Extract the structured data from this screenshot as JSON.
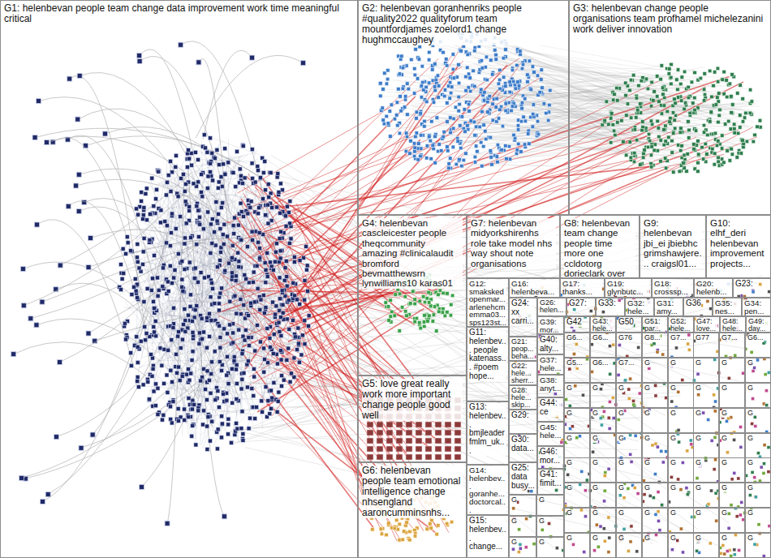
{
  "diagram": {
    "nodes": [
      {
        "text": [
          "G1: helenbevan people team change data improvement work time meaningful critical"
        ]
      },
      {
        "text": [
          "G2: helenbevan goranhenriks people #quality2022 qualityforum team mountfordjames zoelord1 change hughmccaughey"
        ]
      },
      {
        "text": [
          "G3: helenbevan change people organisations team profhamel michelezanini work deliver innovation"
        ]
      },
      {
        "text": [
          "G4: helenbevan cascleicester people theqcommunity amazing #clinicalaudit bromford bevmatthewsrn lynwilliams10 karas01"
        ]
      },
      {
        "text": [
          "G7: helenbevan midyorkshirenhs role take model nhs way shout note organisations"
        ]
      },
      {
        "text": [
          "G8: helenbevan team change people time more one ccldotorg dorieclark over"
        ]
      },
      {
        "text": [
          "G9: helenbevan jbi_ei jbiebhc grimshawjere... craigsl01..."
        ]
      },
      {
        "text": [
          "G10: elhf_deri helenbevan improvement projects..."
        ]
      },
      {
        "text": [
          "G12: smaksked openmar... arlenehcm emma03... sps123st..."
        ]
      },
      {
        "text": [
          "G16: helenbeva..."
        ]
      },
      {
        "text": [
          "G17: thanks..."
        ]
      },
      {
        "text": [
          "G19: glynbutc..."
        ]
      },
      {
        "text": [
          "G18: crosssp..."
        ]
      },
      {
        "text": [
          "G20: helenb..."
        ]
      },
      {
        "text": [
          "G23:"
        ]
      },
      {
        "text": [
          "G24: xx carri..."
        ]
      },
      {
        "text": [
          "G26: helen..."
        ]
      },
      {
        "text": [
          "G27:"
        ]
      },
      {
        "text": [
          "G33:"
        ]
      },
      {
        "text": [
          "G32: hele..."
        ]
      },
      {
        "text": [
          "G31: amy..."
        ]
      },
      {
        "text": [
          "G36"
        ]
      },
      {
        "text": [
          "G35: nes..."
        ]
      },
      {
        "text": [
          "G34: pen..."
        ]
      },
      {
        "text": [
          "G39: mor..."
        ]
      },
      {
        "text": [
          "G42"
        ]
      },
      {
        "text": [
          "G43: hele..."
        ]
      },
      {
        "text": [
          "G50"
        ]
      },
      {
        "text": [
          "G51: par..."
        ]
      },
      {
        "text": [
          "G52: hele..."
        ]
      },
      {
        "text": [
          "G47: love..."
        ]
      },
      {
        "text": [
          "G48: hele..."
        ]
      },
      {
        "text": [
          "G49: day..."
        ]
      },
      {
        "text": [
          "G11: helenbev... people katenass... #poem hope..."
        ]
      },
      {
        "text": [
          "G21: peop... beha..."
        ]
      },
      {
        "text": [
          "G40: alty..."
        ]
      },
      {
        "text": [
          "G37: hele..."
        ]
      },
      {
        "text": [
          "G22: hele... sherr..."
        ]
      },
      {
        "text": [
          "G38: anyt..."
        ]
      },
      {
        "text": [
          "G5: love great really work more important change people good well"
        ]
      },
      {
        "text": [
          "G28: hele... skip..."
        ]
      },
      {
        "text": [
          "G44: ce"
        ]
      },
      {
        "text": [
          "G13: helenbev... bmjleader fmlm_uk..."
        ]
      },
      {
        "text": [
          "G29:"
        ]
      },
      {
        "text": [
          "G45: hele..."
        ]
      },
      {
        "text": [
          "G30: data..."
        ]
      },
      {
        "text": [
          "G46: mor..."
        ]
      },
      {
        "text": [
          "G6: helenbevan people team emotional intelligence change nhsengland aaroncumminsnhs..."
        ]
      },
      {
        "text": [
          "G25: data busy..."
        ]
      },
      {
        "text": [
          "G14: helenbev... goranhe... doctorcal..."
        ]
      },
      {
        "text": [
          "G41: fimit..."
        ]
      },
      {
        "text": [
          "G15: helenbev... change..."
        ]
      },
      {
        "text": [
          "G6..."
        ]
      },
      {
        "text": [
          "G6..."
        ]
      },
      {
        "text": [
          "G76"
        ]
      },
      {
        "text": [
          "G8..."
        ]
      },
      {
        "text": [
          "G7..."
        ]
      },
      {
        "text": [
          "G77"
        ]
      },
      {
        "text": [
          "G7..."
        ]
      },
      {
        "text": [
          "G6..."
        ]
      },
      {
        "text": [
          "G5..."
        ]
      },
      {
        "text": [
          "G6..."
        ]
      },
      {
        "text": [
          "G7..."
        ]
      },
      {
        "text": [
          "G"
        ]
      },
      {
        "text": [
          "G"
        ]
      },
      {
        "text": [
          "G"
        ]
      },
      {
        "text": [
          "G"
        ]
      },
      {
        "text": [
          "G"
        ]
      },
      {
        "text": [
          "G"
        ]
      },
      {
        "text": [
          "G"
        ]
      },
      {
        "text": [
          "G"
        ]
      },
      {
        "text": [
          "G"
        ]
      },
      {
        "text": [
          "G"
        ]
      },
      {
        "text": [
          "G"
        ]
      },
      {
        "text": [
          "G"
        ]
      },
      {
        "text": [
          "G"
        ]
      },
      {
        "text": [
          "G"
        ]
      },
      {
        "text": [
          "G"
        ]
      },
      {
        "text": [
          "G"
        ]
      },
      {
        "text": [
          "G"
        ]
      },
      {
        "text": [
          "G"
        ]
      },
      {
        "text": [
          "G"
        ]
      },
      {
        "text": [
          "G"
        ]
      },
      {
        "text": [
          "G"
        ]
      },
      {
        "text": [
          "G"
        ]
      },
      {
        "text": [
          "G"
        ]
      },
      {
        "text": [
          "G"
        ]
      },
      {
        "text": [
          "G"
        ]
      },
      {
        "text": [
          "G"
        ]
      },
      {
        "text": [
          "G"
        ]
      },
      {
        "text": [
          "G"
        ]
      },
      {
        "text": [
          "G"
        ]
      },
      {
        "text": [
          "G"
        ]
      },
      {
        "text": [
          "G"
        ]
      },
      {
        "text": [
          "G"
        ]
      },
      {
        "text": [
          "G"
        ]
      },
      {
        "text": [
          "G"
        ]
      },
      {
        "text": [
          "G"
        ]
      },
      {
        "text": [
          "G"
        ]
      },
      {
        "text": [
          "G"
        ]
      },
      {
        "text": [
          "G"
        ]
      },
      {
        "text": [
          "G"
        ]
      },
      {
        "text": [
          "G"
        ]
      },
      {
        "text": [
          "G"
        ]
      },
      {
        "text": [
          "G"
        ]
      },
      {
        "text": [
          "G"
        ]
      },
      {
        "text": [
          "G"
        ]
      },
      {
        "text": [
          "G"
        ]
      },
      {
        "text": [
          "G"
        ]
      },
      {
        "text": [
          "G"
        ]
      },
      {
        "text": [
          "G"
        ]
      },
      {
        "text": [
          "G"
        ]
      },
      {
        "text": [
          "G"
        ]
      },
      {
        "text": [
          "G"
        ]
      },
      {
        "text": [
          "G"
        ]
      },
      {
        "text": [
          "G"
        ]
      },
      {
        "text": [
          "G"
        ]
      },
      {
        "text": [
          "G"
        ]
      },
      {
        "text": [
          "G"
        ]
      },
      {
        "text": [
          "G"
        ]
      },
      {
        "text": [
          "G"
        ]
      },
      {
        "text": [
          "G"
        ]
      },
      {
        "text": [
          "G"
        ]
      },
      {
        "text": [
          "G"
        ]
      },
      {
        "text": [
          "G"
        ]
      },
      {
        "text": [
          "G"
        ]
      },
      {
        "text": [
          "G"
        ]
      },
      {
        "text": [
          "G"
        ]
      },
      {
        "text": [
          "G"
        ]
      },
      {
        "text": [
          "G"
        ]
      }
    ]
  }
}
